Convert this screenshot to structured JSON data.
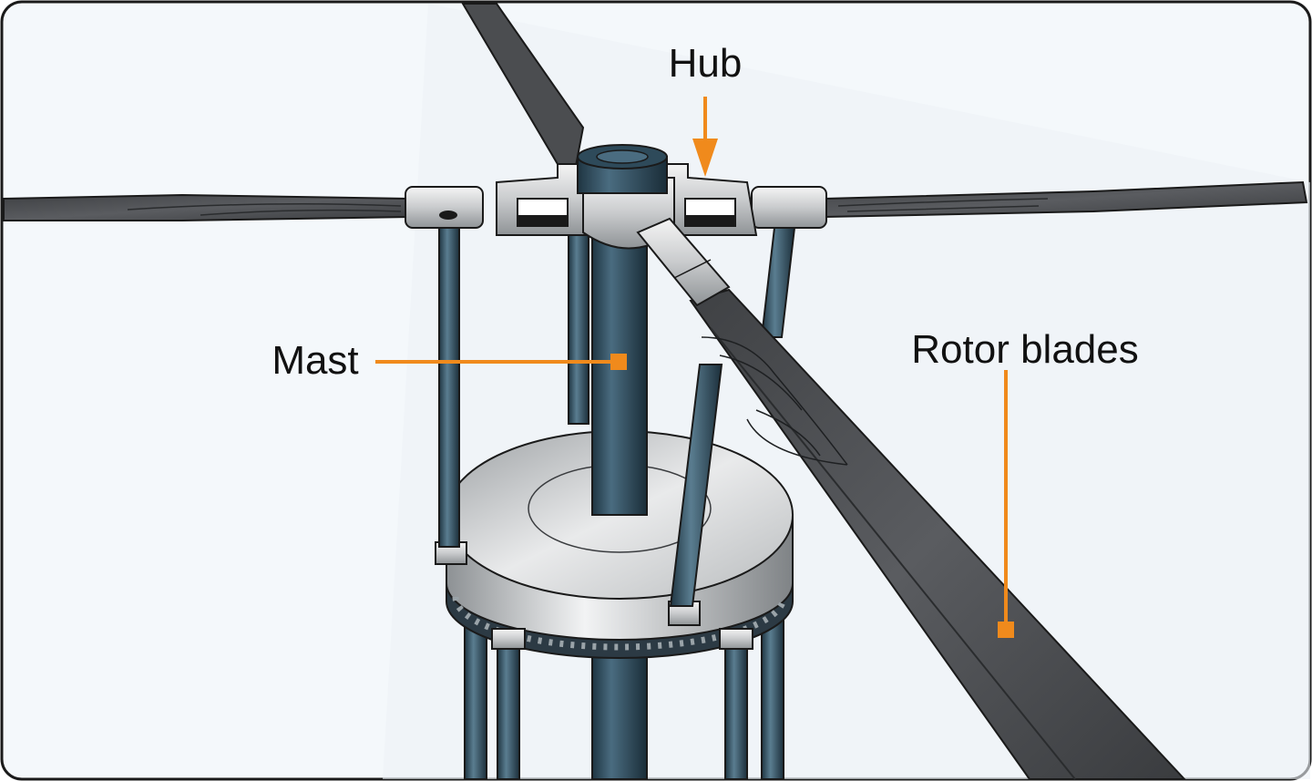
{
  "labels": {
    "hub": "Hub",
    "mast": "Mast",
    "rotor_blades": "Rotor blades"
  },
  "colors": {
    "leader": "#f08a1c",
    "sky": "#f4f8fb",
    "blade": "#4b4d50",
    "blade_dark": "#2e3033",
    "rod": "#26404f",
    "rod_hi": "#4a6c80",
    "metal": "#c9cbcd",
    "frame": "#1a1a1a"
  }
}
